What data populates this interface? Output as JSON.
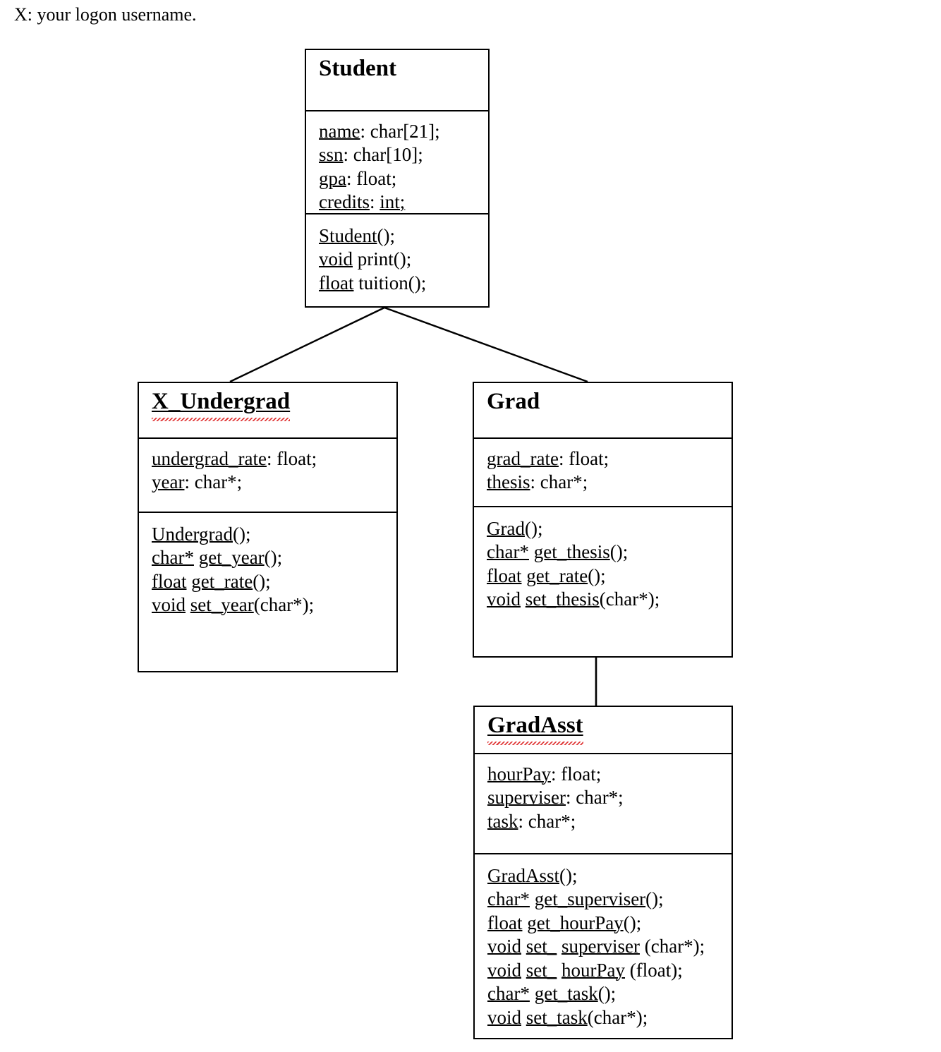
{
  "page": {
    "header_note": "X: your logon username.",
    "background": "#ffffff",
    "line_color": "#000000",
    "spell_red": "#e03a3a",
    "grammar_blue": "#3a4fe0"
  },
  "diagram": {
    "type": "uml-class-diagram",
    "classes": [
      {
        "id": "student",
        "name": "Student",
        "name_underlined": false,
        "attributes": [
          "name: char[21];",
          "ssn: char[10];",
          "gpa: float;",
          "credits: int;"
        ],
        "methods": [
          "Student();",
          "void print();",
          "float tuition();"
        ]
      },
      {
        "id": "undergrad",
        "name": "X_Undergrad",
        "name_underlined": true,
        "attributes": [
          "undergrad_rate: float;",
          "year: char*;"
        ],
        "methods": [
          "Undergrad();",
          "char* get_year();",
          "float get_rate();",
          "void set_year(char*);"
        ]
      },
      {
        "id": "grad",
        "name": "Grad",
        "name_underlined": false,
        "attributes": [
          "grad_rate: float;",
          "thesis: char*;"
        ],
        "methods": [
          "Grad();",
          "char* get_thesis();",
          "float get_rate();",
          "void set_thesis(char*);"
        ]
      },
      {
        "id": "gradasst",
        "name": "GradAsst",
        "name_underlined": true,
        "attributes": [
          "hourPay: float;",
          "superviser: char*;",
          "task: char*;"
        ],
        "methods": [
          "GradAsst();",
          "char* get_superviser();",
          "float get_hourPay();",
          "void set_ superviser (char*);",
          "void set_ hourPay (float);",
          "char* get_task();",
          "void set_task(char*);"
        ]
      }
    ],
    "relationships": [
      {
        "from": "undergrad",
        "to": "student",
        "kind": "generalization"
      },
      {
        "from": "grad",
        "to": "student",
        "kind": "generalization"
      },
      {
        "from": "gradasst",
        "to": "grad",
        "kind": "generalization"
      }
    ]
  }
}
